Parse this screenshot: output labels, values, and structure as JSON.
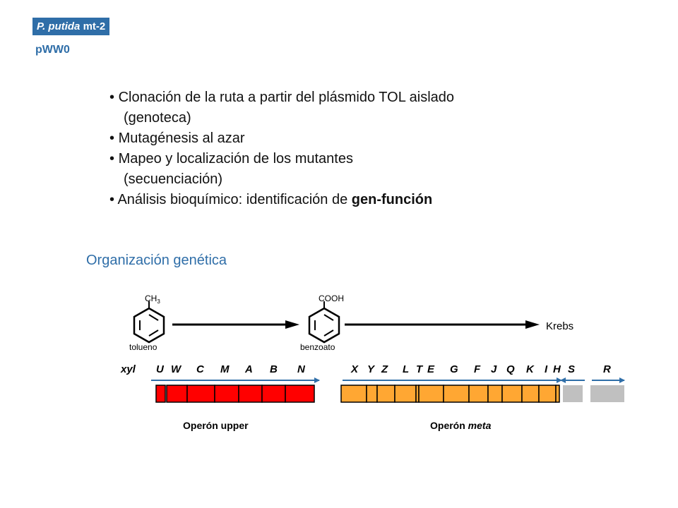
{
  "header": {
    "badge_species": "P. putida",
    "badge_strain": "mt-2",
    "plasmid": "pWW0"
  },
  "bullets": [
    {
      "bullet": "•",
      "text": "Clonación de la ruta a partir del plásmido TOL aislado",
      "cont": "(genoteca)"
    },
    {
      "bullet": "•",
      "text": "Mutagénesis al azar"
    },
    {
      "bullet": "•",
      "text": "Mapeo y localización de los mutantes",
      "cont": "(secuenciación)"
    },
    {
      "bullet": "•",
      "text": "Análisis bioquímico: identificación de ",
      "bold": "gen-función"
    }
  ],
  "section_title": "Organización genética",
  "pathway": {
    "substrate_group": "CH3",
    "substrate_group_main": "CH",
    "substrate_group_sub": "3",
    "substrate": "tolueno",
    "intermediate_group": "COOH",
    "intermediate": "benzoato",
    "product": "Krebs"
  },
  "genes": {
    "prefix": "xyl",
    "upper": [
      "U",
      "W",
      "C",
      "M",
      "A",
      "B",
      "N"
    ],
    "meta": [
      "X",
      "Y",
      "Z",
      "L",
      "T",
      "E",
      "G",
      "F",
      "J",
      "Q",
      "K",
      "I",
      "H"
    ],
    "regulators": [
      "S",
      "R"
    ]
  },
  "operons": {
    "upper_label": "Operón upper",
    "meta_label_prefix": "Operón ",
    "meta_label_italic": "meta"
  },
  "colors": {
    "accent_blue": "#2f6ea8",
    "upper_fill": "#ff0000",
    "meta_fill": "#ffa733",
    "regulator_fill": "#c0c0c0"
  }
}
